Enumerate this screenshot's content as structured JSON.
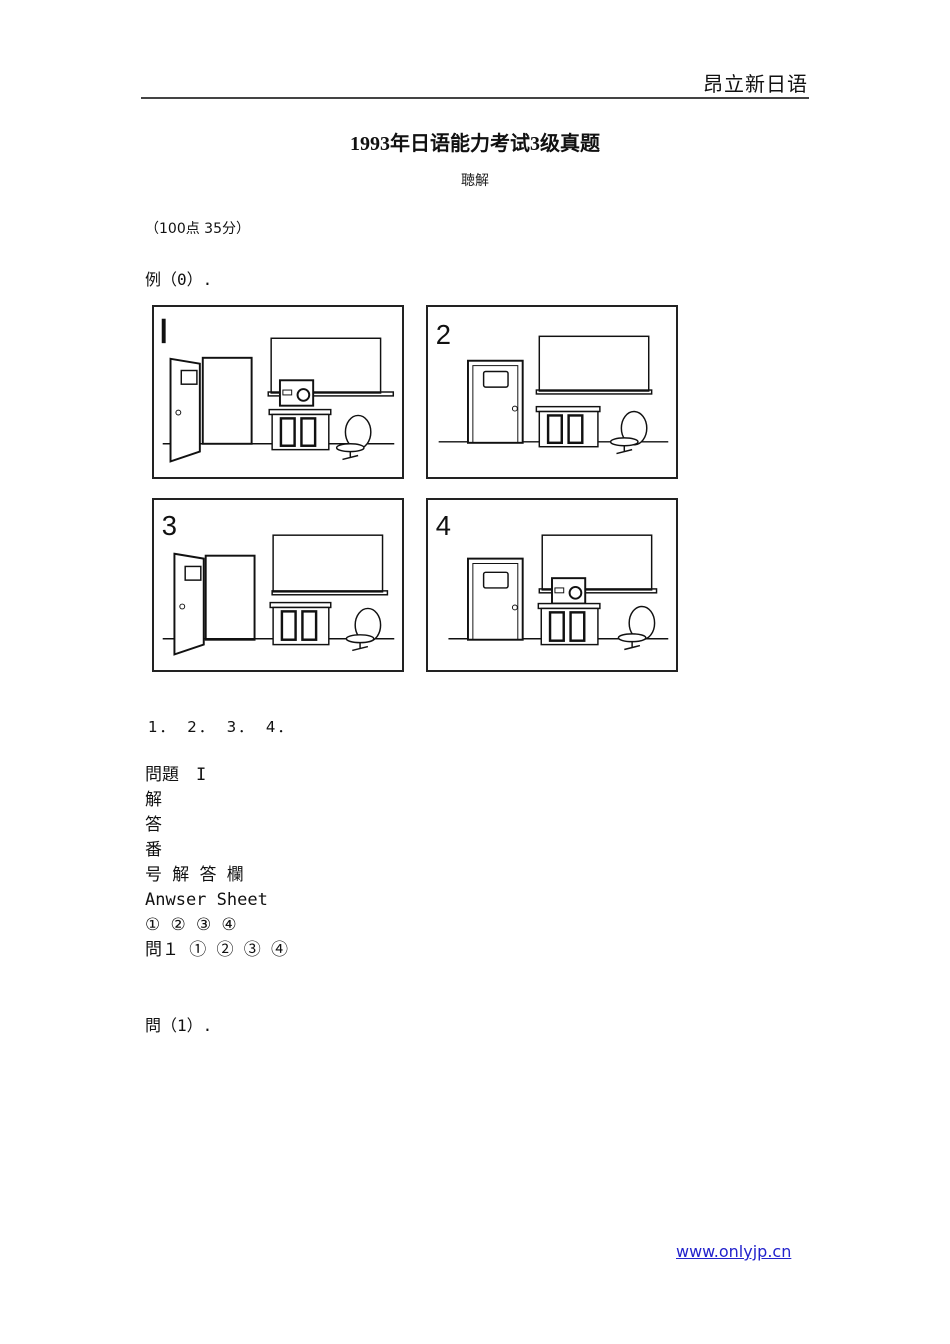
{
  "header": {
    "brand": "昂立新日语"
  },
  "document": {
    "title": "1993年日语能力考试3级真题",
    "subtitle": "聴解",
    "meta": "（100点  35分）",
    "example_label": "例（0）.",
    "panels": [
      {
        "number": "1",
        "door": "open",
        "projector": true
      },
      {
        "number": "2",
        "door": "closed",
        "projector": false
      },
      {
        "number": "3",
        "door": "open",
        "projector": false
      },
      {
        "number": "4",
        "door": "closed",
        "projector": true
      }
    ],
    "choices": "1．  2．  3．  4．",
    "answer_sheet": {
      "lines": [
        "問題　I",
        "解",
        "答",
        "番",
        "号 解 答 欄",
        "Anwser Sheet",
        "① ② ③ ④",
        "問１ ① ② ③ ④"
      ]
    },
    "question_label": "問（1）."
  },
  "footer": {
    "link": "www.onlyjp.cn"
  }
}
